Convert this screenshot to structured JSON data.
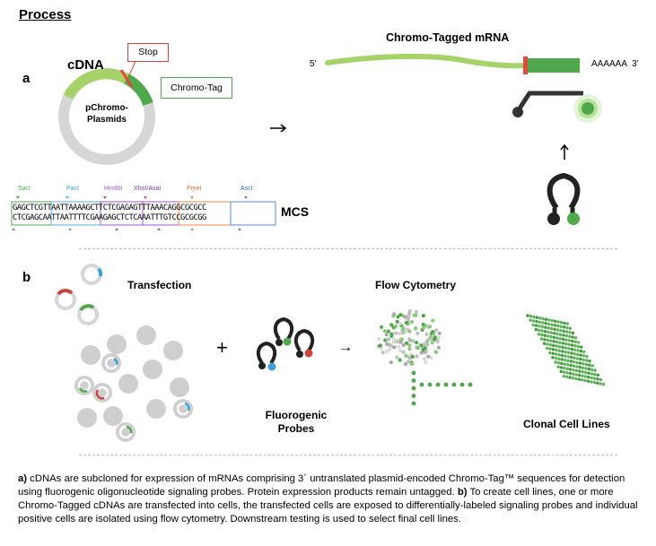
{
  "title": "Process",
  "panel_a": {
    "label": "a",
    "cdna": "cDNA",
    "stop": "Stop",
    "chromo_tag": "Chromo-Tag",
    "plasmid_line1": "pChromo-",
    "plasmid_line2": "Plasmids",
    "mrna_title": "Chromo-Tagged mRNA",
    "five_prime": "5′",
    "polyA": "AAAAAA  3′",
    "mcs": "MCS",
    "enzymes": [
      "SacI",
      "PacI",
      "HindIII",
      "XhoI/AvaI",
      "PmeI",
      "AscI"
    ],
    "seq_top": "GAGCTCGTTAATTAAAAGCTTCTCGAGAGTTTAAACAGGCGCGCC",
    "seq_bottom": "CTCGAGCAATTAATTTTCGAAGAGCTCTCAAATTTGTCCGCGCGG",
    "colors": {
      "cdna_green": "#a5d36a",
      "tag_green": "#4fa84a",
      "stop_red": "#e24a3b",
      "ring_grey": "#d6d6d6"
    }
  },
  "panel_b": {
    "label": "b",
    "transfection": "Transfection",
    "flow": "Flow Cytometry",
    "probes_line1": "Fluorogenic",
    "probes_line2": "Probes",
    "clonal": "Clonal Cell Lines",
    "plus": "+",
    "arrow": "→"
  },
  "caption": {
    "a_label": "a)",
    "a_text": " cDNAs are subcloned for expression of mRNAs comprising 3´ untranslated plasmid-encoded Chromo-Tag™ sequences for detection using fluorogenic oligonucleotide signaling probes. Protein expression products remain untagged. ",
    "b_label": "b)",
    "b_text": " To create cell lines, one or more Chromo-Tagged cDNAs are transfected into cells, the transfected cells are exposed to differentially-labeled signaling probes and individual positive cells are isolated using flow cytometry. Downstream testing is used to select final cell lines."
  }
}
